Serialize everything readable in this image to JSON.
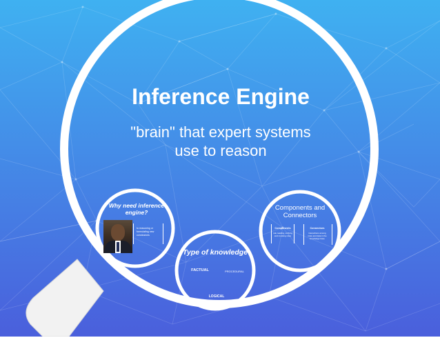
{
  "slide": {
    "title": "Inference Engine",
    "subtitle": "\"brain\" that expert systems use to reason"
  },
  "circle_why": {
    "title": "Why need inference engine?",
    "photo": "portrait-photo",
    "text": "to reasoning or formulating new conclusions"
  },
  "circle_knowledge": {
    "title": "Type of knowledge",
    "item_factual": "FACTUAL",
    "item_procedural": "PROCEDURAL",
    "item_logical": "LOGICAL"
  },
  "circle_components": {
    "title": "Components and Connectors",
    "left_heading": "Components",
    "left_text": "rule reading, unifying and invoking rules",
    "right_heading": "Connectors",
    "right_text": "interactions among rules and data in the knowledge base"
  },
  "colors": {
    "background_top": "#3fb1f1",
    "background_bottom": "#4a60dc",
    "ring": "#ffffff",
    "handle": "#f2f2f2"
  }
}
